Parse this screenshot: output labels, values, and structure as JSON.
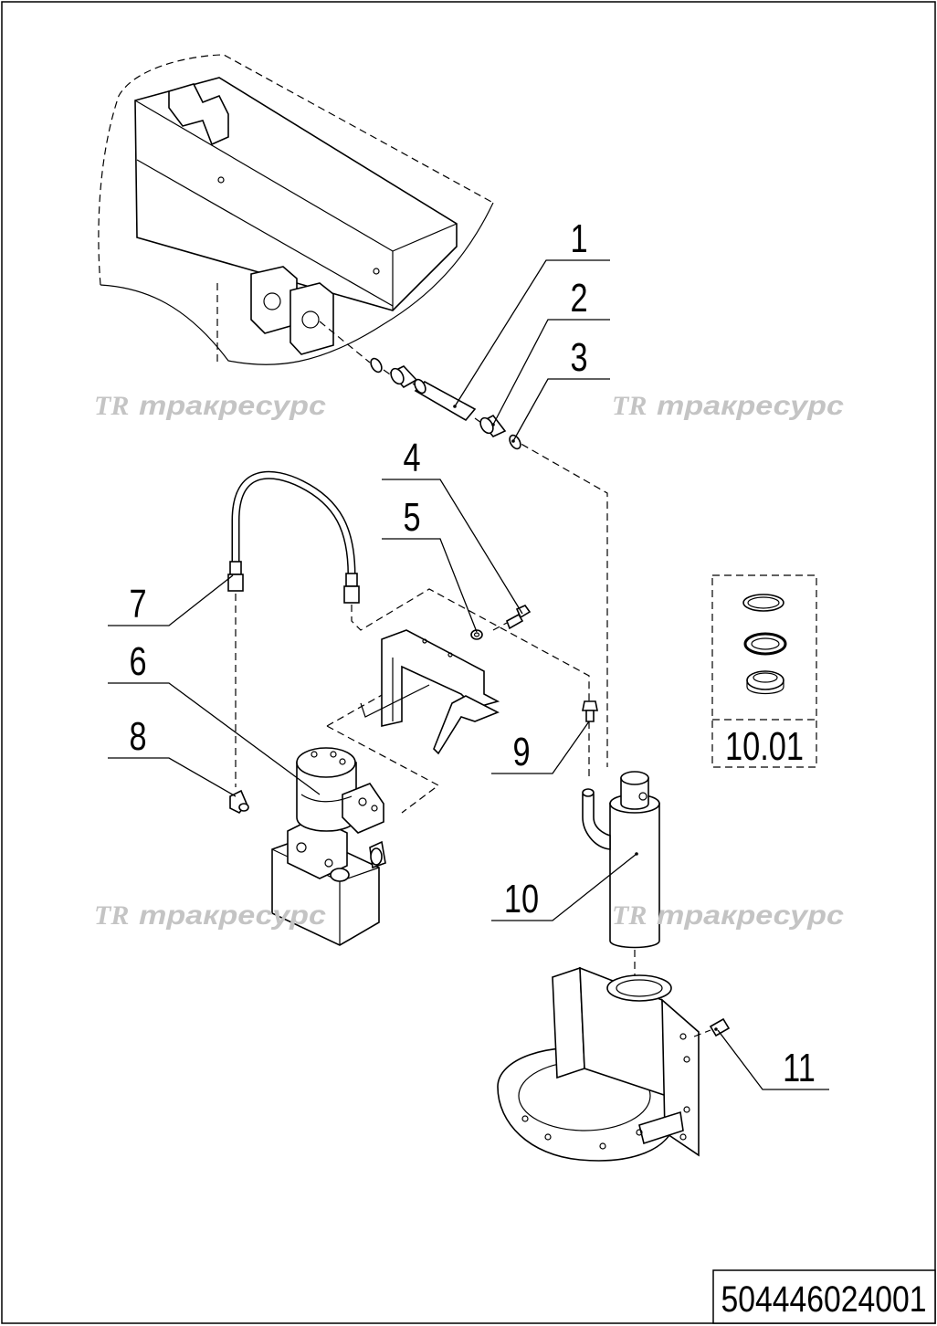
{
  "watermark": {
    "logo": "TR",
    "text": "тракресурс"
  },
  "callouts": [
    "1",
    "2",
    "3",
    "4",
    "5",
    "6",
    "7",
    "8",
    "9",
    "10",
    "11"
  ],
  "kit_label": "10.01",
  "document_number": "504446024001"
}
